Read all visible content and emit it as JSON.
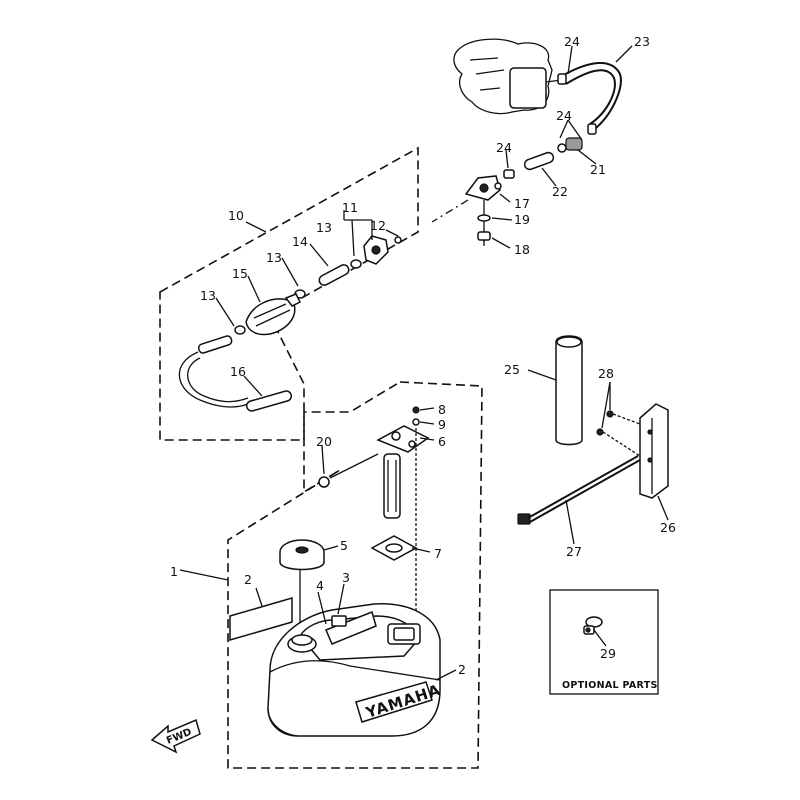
{
  "callouts": {
    "c1": "1",
    "c2a": "2",
    "c2b": "2",
    "c3": "3",
    "c4": "4",
    "c5": "5",
    "c6": "6",
    "c7": "7",
    "c8": "8",
    "c9": "9",
    "c10": "10",
    "c11": "11",
    "c12": "12",
    "c13a": "13",
    "c13b": "13",
    "c13c": "13",
    "c14": "14",
    "c15": "15",
    "c16": "16",
    "c17": "17",
    "c18": "18",
    "c19": "19",
    "c20": "20",
    "c21": "21",
    "c22": "22",
    "c23": "23",
    "c24a": "24",
    "c24b": "24",
    "c24c": "24",
    "c25": "25",
    "c26": "26",
    "c27": "27",
    "c28": "28",
    "c29": "29"
  },
  "tank_brand": "YAMAHA",
  "fwd_label": "FWD",
  "optional_box_label": "OPTIONAL PARTS",
  "colors": {
    "ink": "#111111",
    "paper": "#ffffff"
  }
}
